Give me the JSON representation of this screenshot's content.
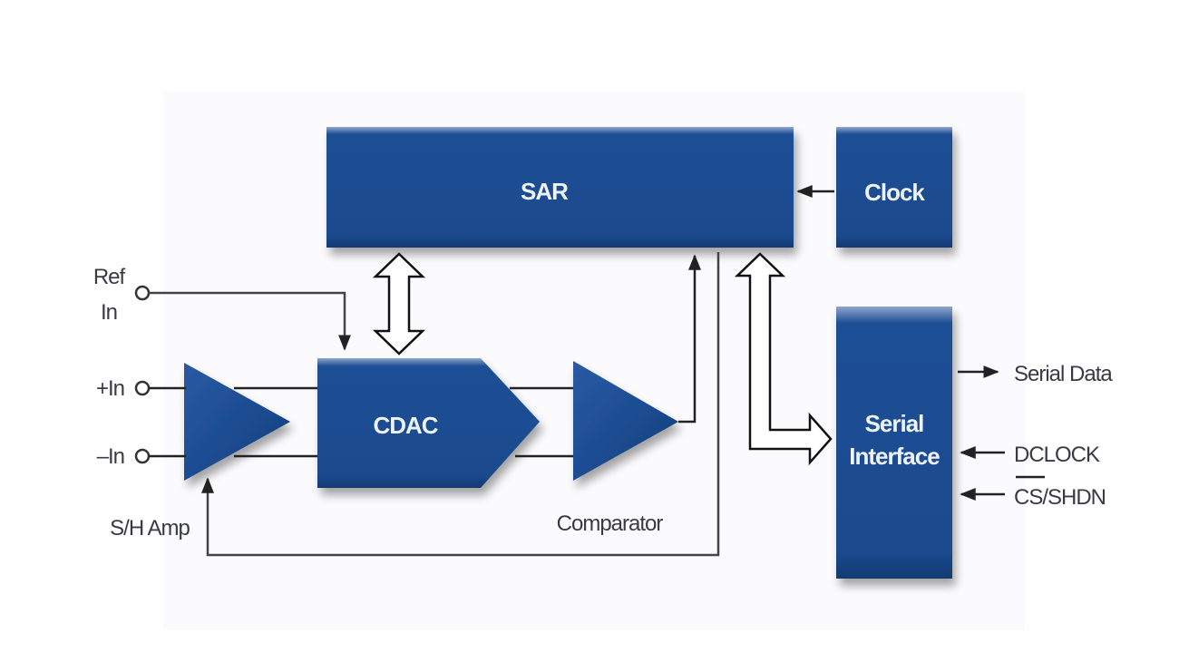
{
  "diagram": {
    "title": "SAR ADC block diagram",
    "colors": {
      "block_fill": "#1a4a8e",
      "block_dark": "#163a72",
      "block_text": "#eef3fb",
      "wire": "#222222",
      "label_text": "#3a3a44",
      "background": "#ffffff"
    },
    "blocks": {
      "sar": "SAR",
      "clock": "Clock",
      "cdac": "CDAC",
      "serial_interface_line1": "Serial",
      "serial_interface_line2": "Interface",
      "sh_amp": "S/H Amp",
      "comparator": "Comparator"
    },
    "inputs": {
      "ref_in_line1": "Ref",
      "ref_in_line2": "In",
      "plus_in": "+In",
      "minus_in": "–In"
    },
    "outputs": {
      "serial_data": "Serial Data",
      "dclock": "DCLOCK",
      "cs_shdn_overbar_part": "CS",
      "cs_shdn_rest": "/SHDN"
    },
    "connections": [
      {
        "from": "Clock",
        "to": "SAR",
        "type": "signal"
      },
      {
        "from": "SAR",
        "to": "CDAC",
        "type": "bidirectional-bus"
      },
      {
        "from": "SAR",
        "to": "Serial Interface",
        "type": "bus"
      },
      {
        "from": "Ref In",
        "to": "CDAC",
        "type": "signal"
      },
      {
        "from": "+In",
        "to": "S/H Amp",
        "type": "signal"
      },
      {
        "from": "–In",
        "to": "S/H Amp",
        "type": "signal"
      },
      {
        "from": "S/H Amp",
        "to": "CDAC",
        "type": "differential"
      },
      {
        "from": "CDAC",
        "to": "Comparator",
        "type": "differential"
      },
      {
        "from": "Comparator",
        "to": "SAR",
        "type": "signal"
      },
      {
        "from": "SAR",
        "to": "S/H Amp",
        "type": "control"
      },
      {
        "from": "Serial Interface",
        "to": "Serial Data",
        "type": "output"
      },
      {
        "from": "DCLOCK",
        "to": "Serial Interface",
        "type": "input"
      },
      {
        "from": "CS/SHDN",
        "to": "Serial Interface",
        "type": "input"
      }
    ]
  }
}
